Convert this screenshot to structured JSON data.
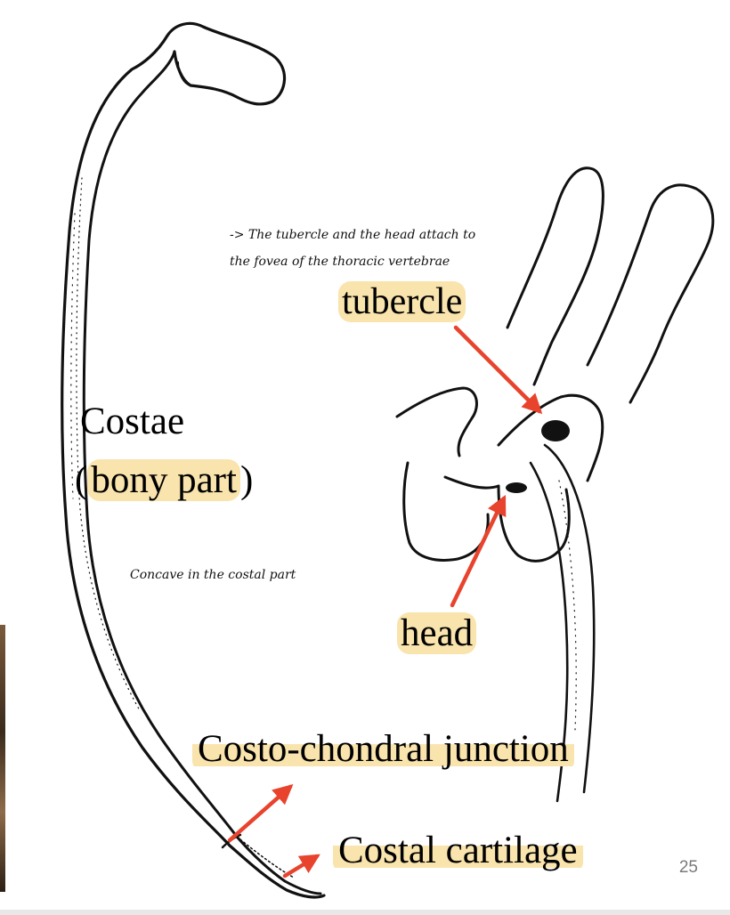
{
  "slide": {
    "number": "25"
  },
  "labels": {
    "tubercle": "tubercle",
    "costae": "Costae",
    "bony_part_open": "(",
    "bony_part": "bony part",
    "bony_part_close": ")",
    "head": "head",
    "costochondral_junction": "Costo-chondral junction",
    "costal_cartilage": "Costal cartilage"
  },
  "notes": {
    "attachment_line1": "-> The tubercle and the head attach to",
    "attachment_line2": "the fovea of the thoracic vertebrae",
    "concave": "Concave in the costal part"
  },
  "colors": {
    "highlight": "#f9e4ad",
    "arrow": "#e8432d",
    "slide_number": "#7a7a7a"
  }
}
